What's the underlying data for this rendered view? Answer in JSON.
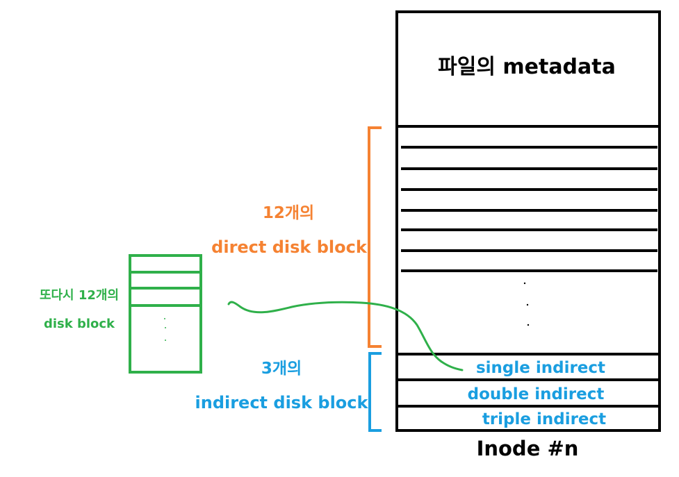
{
  "inode": {
    "metadata_label": "파일의 metadata",
    "caption": "Inode #n",
    "direct_row_count": 7,
    "indirect_rows": [
      "single indirect",
      "double indirect",
      "triple indirect"
    ]
  },
  "direct_group": {
    "count_label": "12개의",
    "name_label": "direct disk block"
  },
  "indirect_group": {
    "count_label": "3개의",
    "name_label": "indirect disk block"
  },
  "side_block": {
    "count_label": "또다시 12개의",
    "name_label": "disk block",
    "slot_rows": 3
  },
  "colors": {
    "outline": "#000000",
    "direct": "#f58232",
    "indirect": "#1a9ee0",
    "side": "#2fb04a",
    "text": "#000000"
  }
}
